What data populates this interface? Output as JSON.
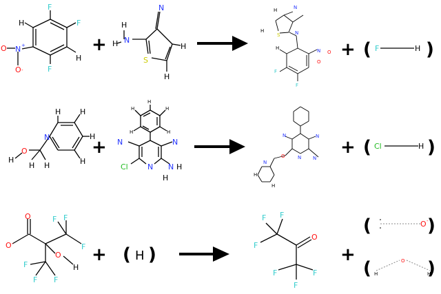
{
  "colors": {
    "carbon": "#000000",
    "fluorine": "#33cccc",
    "nitrogen": "#2233ff",
    "oxygen": "#ff1111",
    "chlorine": "#22bb22",
    "sulfur": "#cccc00"
  },
  "reactions": [
    {
      "reactants": [
        "2,3,4-trifluoronitrobenzene",
        "2-amino-3-cyanothiophene"
      ],
      "arrow": "right-arrow",
      "products": [
        "N-aryl aminothiophene carbonitrile",
        "HF"
      ]
    },
    {
      "reactants": [
        "pyridin-2-ylmethanol",
        "chloro-amino-phenyl pyridine dicarbonitrile"
      ],
      "arrow": "right-arrow",
      "products": [
        "pyridylmethoxy pyridine dicarbonitrile",
        "HCl"
      ]
    },
    {
      "reactants": [
        "trifluoro-hydroxy butanoate",
        "H"
      ],
      "arrow": "right-arrow",
      "products": [
        "hexafluoroacetone",
        "oxide anion",
        "water"
      ]
    }
  ],
  "atoms": {
    "F": "F",
    "N": "N",
    "O": "O",
    "H": "H",
    "S": "S",
    "Cl": "Cl",
    "O_minus": "O",
    "N_plus": "N",
    "charge_plus": "+",
    "charge_minus": "-"
  },
  "symbols": {
    "plus": "+",
    "lparen": "(",
    "rparen": ")",
    "hydrogen": "H"
  }
}
